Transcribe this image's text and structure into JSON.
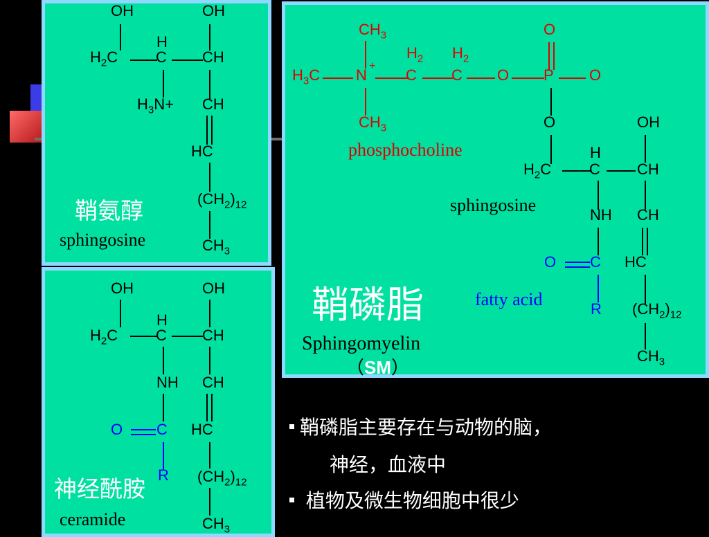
{
  "panel_sphingosine": {
    "cn_label": "鞘氨醇",
    "en_label": "sphingosine",
    "atoms": {
      "oh1": "OH",
      "oh2": "OH",
      "h2c": "H2C",
      "h": "H",
      "c": "C",
      "ch1": "CH",
      "h3n": "H3N+",
      "ch2": "CH",
      "hc": "HC",
      "ch2n": "(CH2)12",
      "ch3": "CH3"
    }
  },
  "panel_ceramide": {
    "cn_label": "神经酰胺",
    "en_label": "ceramide",
    "atoms": {
      "oh1": "OH",
      "oh2": "OH",
      "h2c": "H2C",
      "h": "H",
      "c": "C",
      "ch1": "CH",
      "nh": "NH",
      "ch2": "CH",
      "o": "O",
      "c2": "C",
      "hc": "HC",
      "r": "R",
      "ch2n": "(CH2)12",
      "ch3": "CH3"
    }
  },
  "panel_sphingomyelin": {
    "cn_title": "鞘磷脂",
    "en_title": "Sphingomyelin",
    "abbrev_open": "（",
    "abbrev": "SM",
    "abbrev_close": "）",
    "label_phosphocholine": "phosphocholine",
    "label_sphingosine": "sphingosine",
    "label_fatty_acid": "fatty acid",
    "atoms": {
      "ch3_top": "CH3",
      "h3c": "H3C",
      "n": "N",
      "plus": "+",
      "ch3_bot": "CH3",
      "h2_a": "H2",
      "c_a": "C",
      "h2_b": "H2",
      "c_b": "C",
      "o_link": "O",
      "o_top": "O",
      "p": "P",
      "o_right": "O",
      "o_down": "O",
      "oh": "OH",
      "h2c": "H2C",
      "h": "H",
      "c": "C",
      "ch1": "CH",
      "nh": "NH",
      "ch2": "CH",
      "o_acyl": "O",
      "c_acyl": "C",
      "hc": "HC",
      "r": "R",
      "ch2n": "(CH2)12",
      "ch3": "CH3"
    }
  },
  "bullets": [
    "鞘磷脂主要存在与动物的脑，",
    "神经，血液中",
    "植物及微生物细胞中很少"
  ],
  "colors": {
    "panel_bg": "#00e0a0",
    "panel_border": "#8fd8ff",
    "phosphocholine_red": "#e00000",
    "fatty_acid_blue": "#0000ff"
  }
}
